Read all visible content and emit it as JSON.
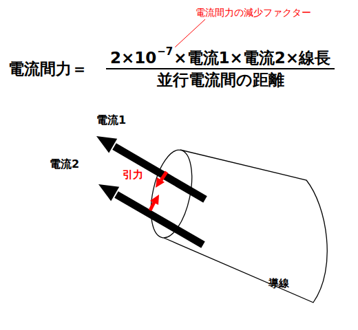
{
  "diagram": {
    "labels": [
      "電流間力の減少ファクター",
      "電流間力＝",
      "2×10",
      "−7",
      "×電流1×電流2×線長",
      "並行電流間の距離",
      "電流1",
      "電流2",
      "引力",
      "導線"
    ]
  }
}
